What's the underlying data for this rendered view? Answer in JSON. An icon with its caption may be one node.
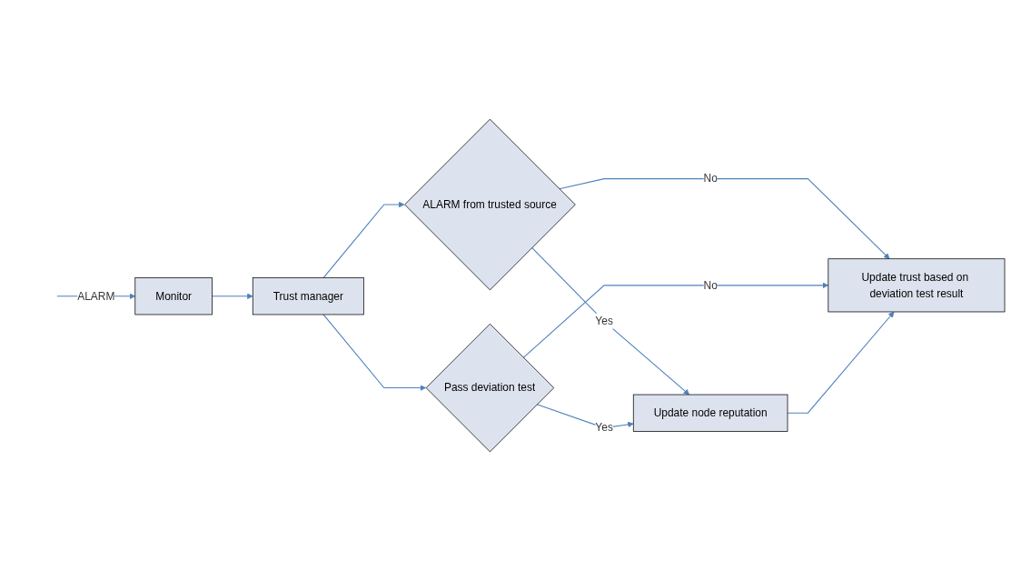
{
  "diagram": {
    "nodes": [
      {
        "text": [
          "Monitor"
        ]
      },
      {
        "text": [
          "Trust manager"
        ]
      },
      {
        "text": [
          "ALARM from trusted source"
        ]
      },
      {
        "text": [
          "Pass deviation test"
        ]
      },
      {
        "text": [
          "Update node reputation"
        ]
      },
      {
        "text": [
          "Update trust based on deviation test result"
        ]
      }
    ],
    "edges": [
      {
        "from": null,
        "to": 0,
        "arrow": "to",
        "label": "ALARM"
      },
      {
        "from": 0,
        "to": 1,
        "arrow": "to"
      },
      {
        "from": 1,
        "to": 2,
        "arrow": "to"
      },
      {
        "from": 1,
        "to": 3,
        "arrow": "to"
      },
      {
        "from": 2,
        "to": 4,
        "arrow": "to",
        "label": "Yes"
      },
      {
        "from": 3,
        "to": 4,
        "arrow": "to",
        "label": "Yes"
      },
      {
        "from": 2,
        "to": 5,
        "arrow": "to",
        "label": "No"
      },
      {
        "from": 3,
        "to": 5,
        "arrow": "to",
        "label": "No"
      },
      {
        "from": 4,
        "to": 5,
        "arrow": "to"
      }
    ]
  }
}
